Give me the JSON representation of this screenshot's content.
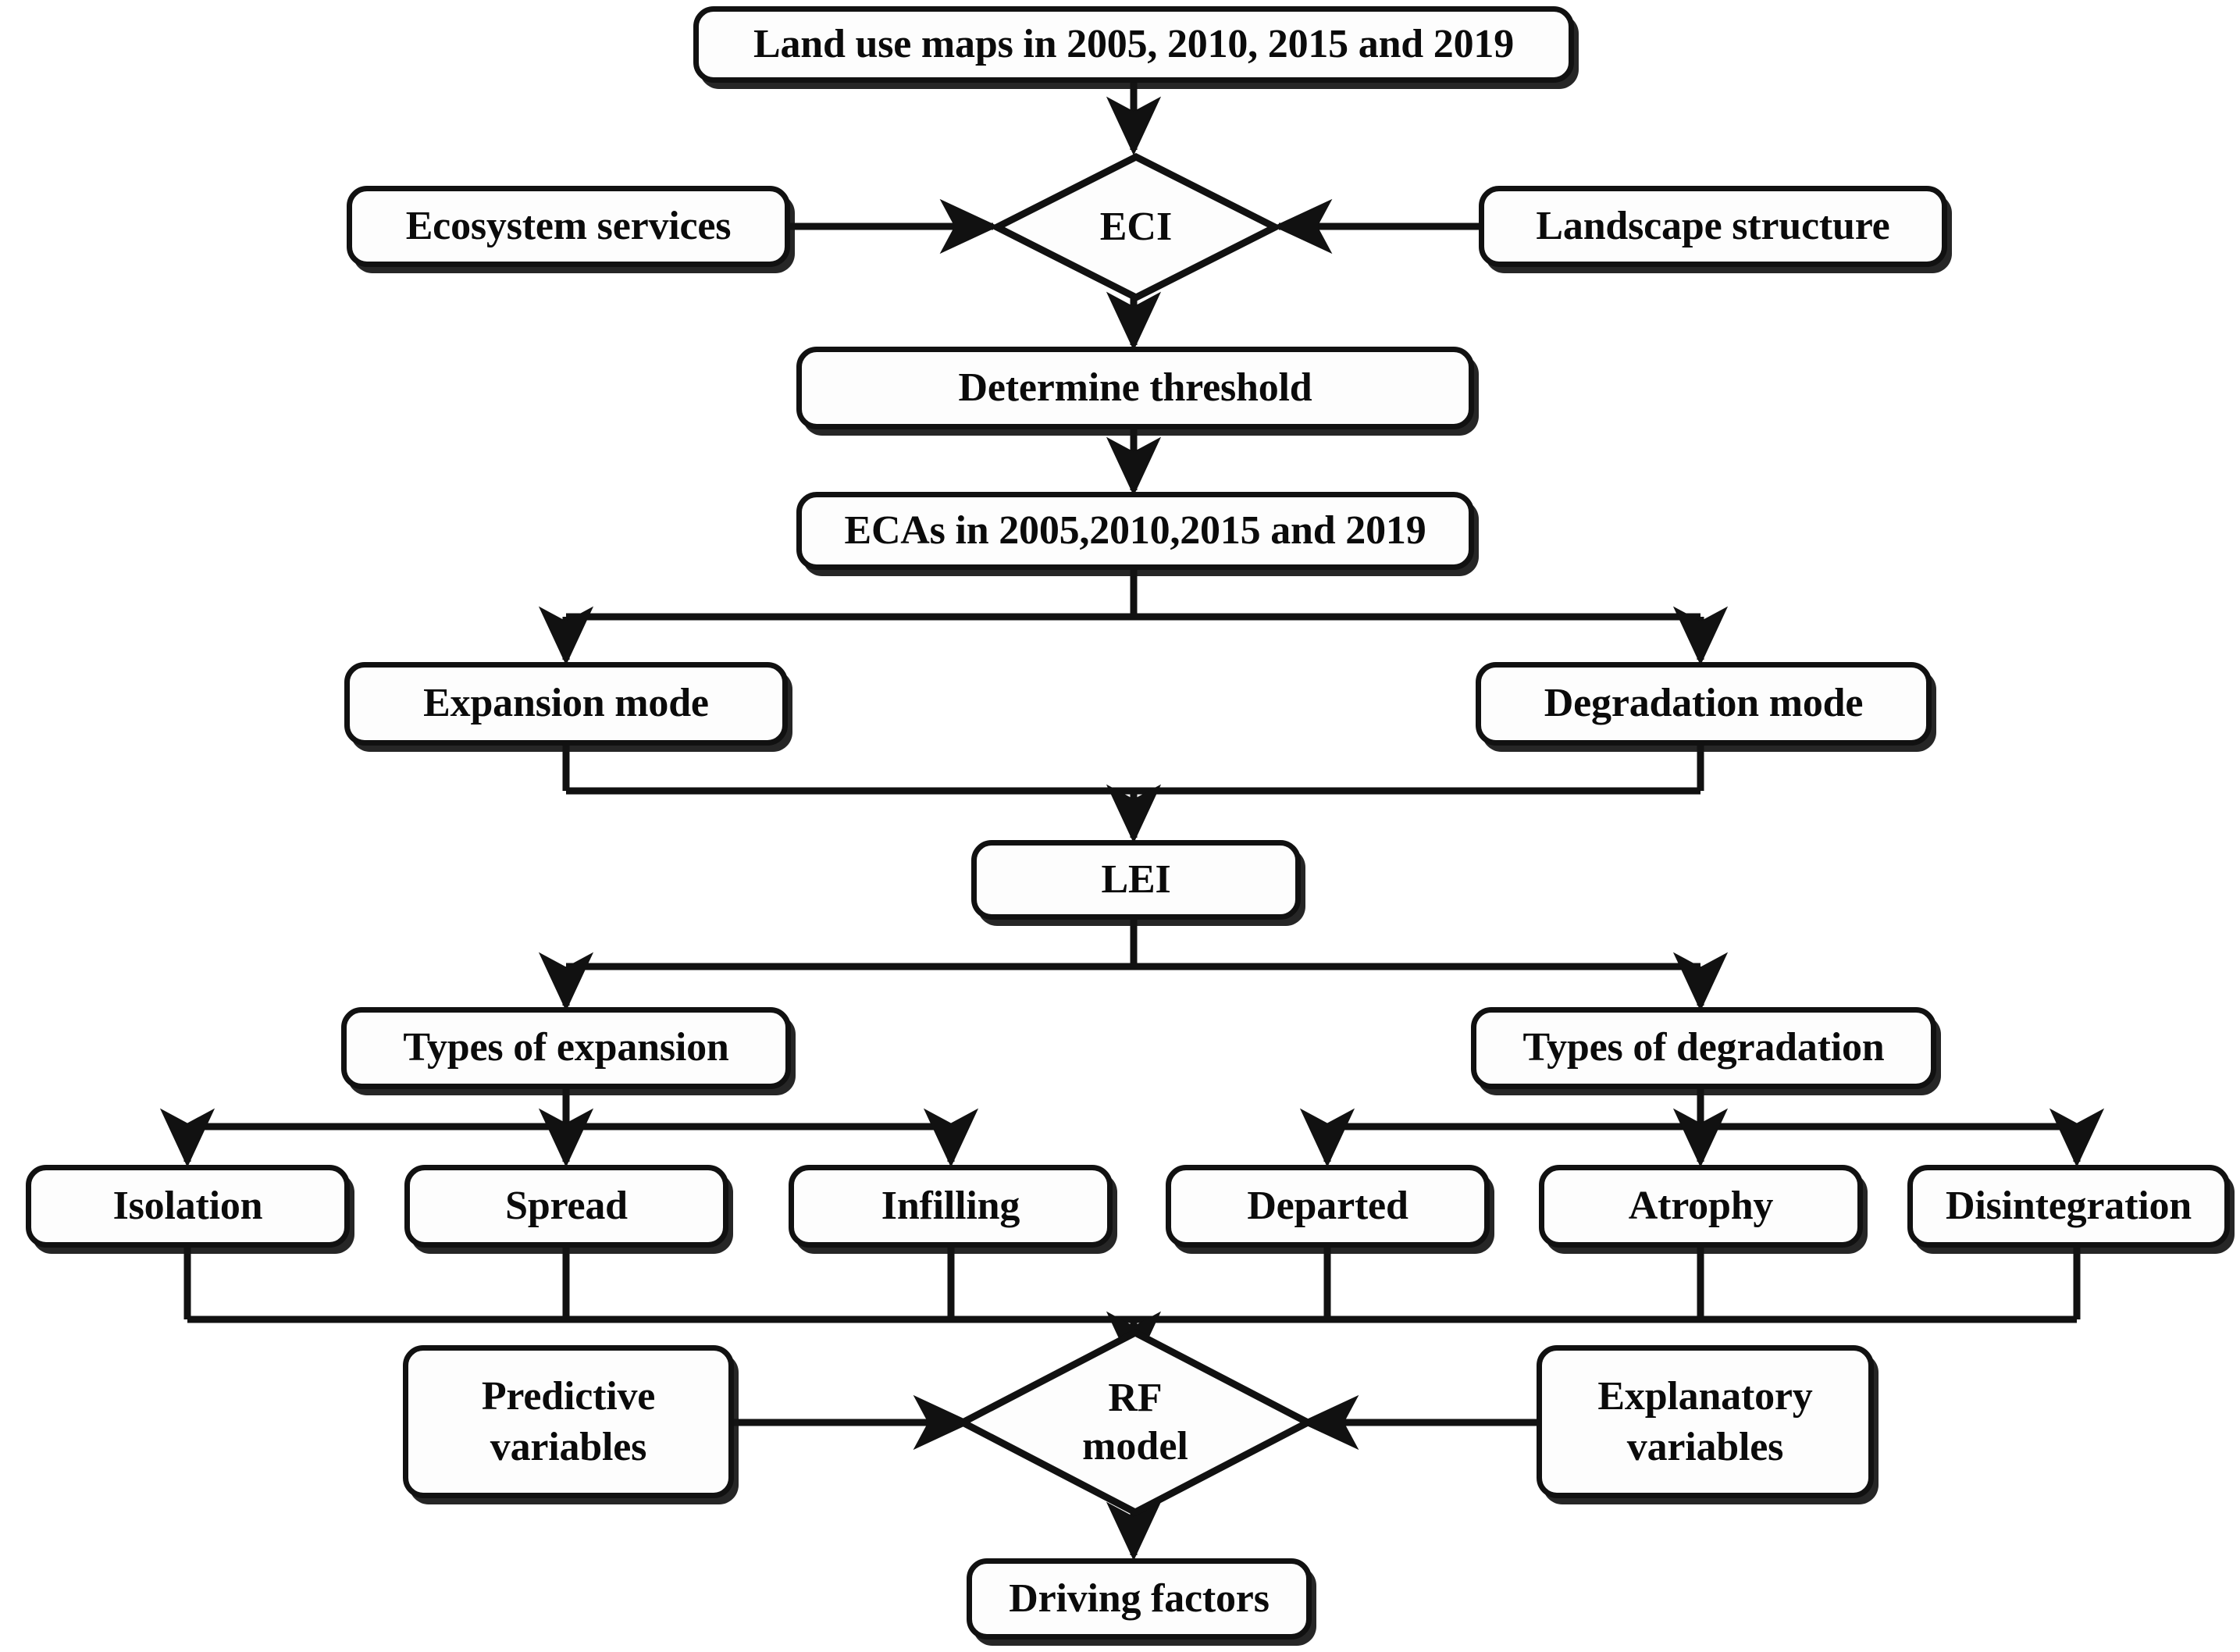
{
  "diagram": {
    "title": "Research workflow flowchart for ecological conservation area analysis",
    "stroke_color": "#111111",
    "fill_color": "#fdfdfd",
    "text_color": "#0b0b0b",
    "background": "#ffffff"
  },
  "nodes": {
    "land_use_maps": {
      "label": "Land use maps in 2005, 2010, 2015 and 2019",
      "shape": "rounded-rect"
    },
    "ecosystem_services": {
      "label": "Ecosystem services",
      "shape": "rounded-rect"
    },
    "eci": {
      "label": "ECI",
      "shape": "diamond"
    },
    "landscape_structure": {
      "label": "Landscape structure",
      "shape": "rounded-rect"
    },
    "determine_threshold": {
      "label": "Determine threshold",
      "shape": "rounded-rect"
    },
    "ecas": {
      "label": "ECAs in 2005,2010,2015 and 2019",
      "shape": "rounded-rect"
    },
    "expansion_mode": {
      "label": "Expansion mode",
      "shape": "rounded-rect"
    },
    "degradation_mode": {
      "label": "Degradation mode",
      "shape": "rounded-rect"
    },
    "lei": {
      "label": "LEI",
      "shape": "rounded-rect"
    },
    "types_of_expansion": {
      "label": "Types of expansion",
      "shape": "rounded-rect"
    },
    "types_of_degradation": {
      "label": "Types of degradation",
      "shape": "rounded-rect"
    },
    "isolation": {
      "label": "Isolation",
      "shape": "rounded-rect"
    },
    "spread": {
      "label": "Spread",
      "shape": "rounded-rect"
    },
    "infilling": {
      "label": "Infilling",
      "shape": "rounded-rect"
    },
    "departed": {
      "label": "Departed",
      "shape": "rounded-rect"
    },
    "atrophy": {
      "label": "Atrophy",
      "shape": "rounded-rect"
    },
    "disintegration": {
      "label": "Disintegration",
      "shape": "rounded-rect"
    },
    "predictive_variables": {
      "label_line1": "Predictive",
      "label_line2": "variables",
      "shape": "rounded-rect"
    },
    "rf_model": {
      "label_line1": "RF",
      "label_line2": "model",
      "shape": "diamond"
    },
    "explanatory_variables": {
      "label_line1": "Explanatory",
      "label_line2": "variables",
      "shape": "rounded-rect"
    },
    "driving_factors": {
      "label": "Driving factors",
      "shape": "rounded-rect"
    }
  },
  "edges": [
    {
      "from": "land_use_maps",
      "to": "eci",
      "arrow": true
    },
    {
      "from": "ecosystem_services",
      "to": "eci",
      "arrow": true
    },
    {
      "from": "landscape_structure",
      "to": "eci",
      "arrow": true
    },
    {
      "from": "eci",
      "to": "determine_threshold",
      "arrow": true
    },
    {
      "from": "determine_threshold",
      "to": "ecas",
      "arrow": true
    },
    {
      "from": "ecas",
      "to": "expansion_mode",
      "arrow": true
    },
    {
      "from": "ecas",
      "to": "degradation_mode",
      "arrow": true
    },
    {
      "from": "expansion_mode",
      "to": "lei",
      "arrow": true
    },
    {
      "from": "degradation_mode",
      "to": "lei",
      "arrow": true
    },
    {
      "from": "lei",
      "to": "types_of_expansion",
      "arrow": true
    },
    {
      "from": "lei",
      "to": "types_of_degradation",
      "arrow": true
    },
    {
      "from": "types_of_expansion",
      "to": "isolation",
      "arrow": true
    },
    {
      "from": "types_of_expansion",
      "to": "spread",
      "arrow": true
    },
    {
      "from": "types_of_expansion",
      "to": "infilling",
      "arrow": true
    },
    {
      "from": "types_of_degradation",
      "to": "departed",
      "arrow": true
    },
    {
      "from": "types_of_degradation",
      "to": "atrophy",
      "arrow": true
    },
    {
      "from": "types_of_degradation",
      "to": "disintegration",
      "arrow": true
    },
    {
      "from": "isolation",
      "to": "rf_model",
      "arrow": true
    },
    {
      "from": "spread",
      "to": "rf_model",
      "arrow": true
    },
    {
      "from": "infilling",
      "to": "rf_model",
      "arrow": true
    },
    {
      "from": "departed",
      "to": "rf_model",
      "arrow": true
    },
    {
      "from": "atrophy",
      "to": "rf_model",
      "arrow": true
    },
    {
      "from": "disintegration",
      "to": "rf_model",
      "arrow": true
    },
    {
      "from": "predictive_variables",
      "to": "rf_model",
      "arrow": true
    },
    {
      "from": "explanatory_variables",
      "to": "rf_model",
      "arrow": true
    },
    {
      "from": "rf_model",
      "to": "driving_factors",
      "arrow": true
    }
  ]
}
